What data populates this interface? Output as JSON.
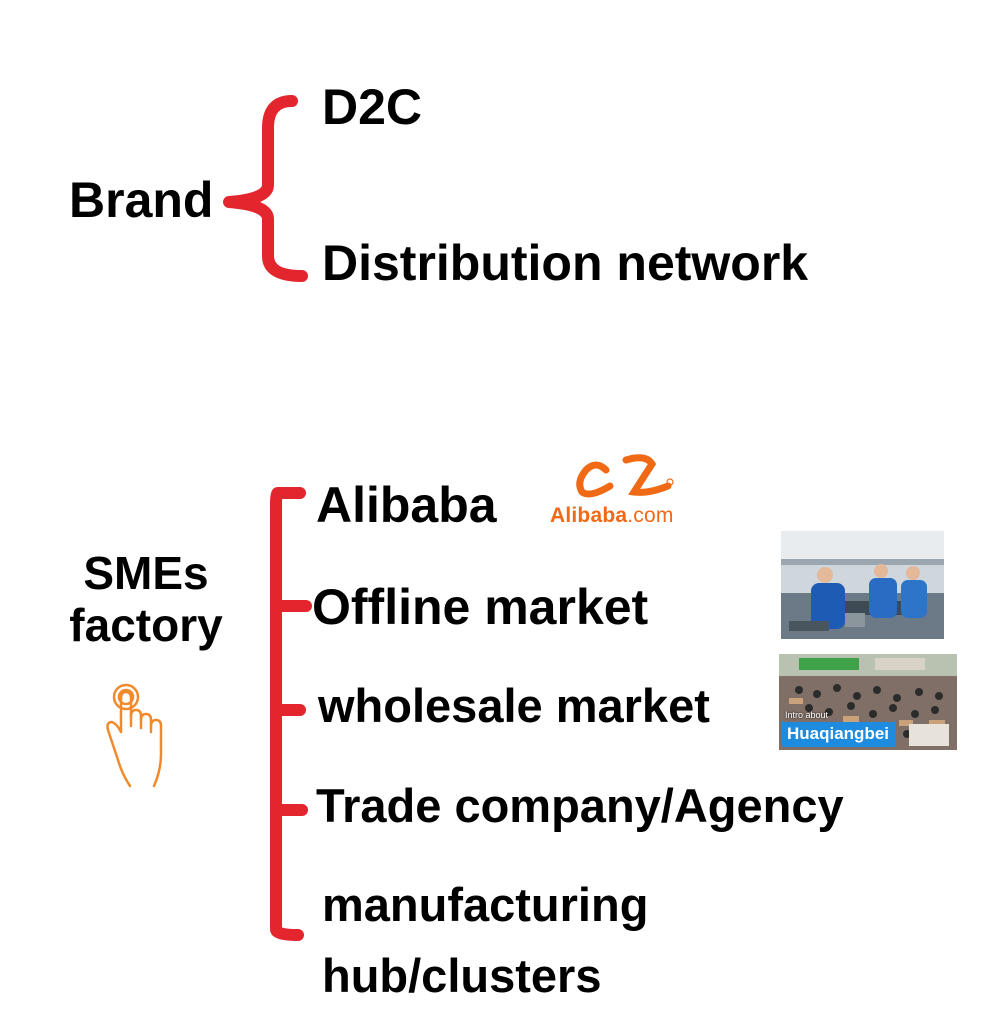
{
  "brand": {
    "label": "Brand",
    "items": [
      "D2C",
      "Distribution network"
    ]
  },
  "smes": {
    "label": "SMEs factory",
    "items": [
      "Alibaba",
      "Offline market",
      "wholesale market",
      "Trade company/Agency",
      "manufacturing hub/clusters"
    ]
  },
  "logo": {
    "wordmark": "Alibaba",
    "suffix": ".com",
    "color": "#f06a16"
  },
  "market_photo": {
    "caption_small": "Intro about",
    "caption_tag": "Huaqiangbei"
  },
  "icons": {
    "hand": "tap-hand-icon",
    "logo": "alibaba-logo"
  },
  "colors": {
    "brace": "#e3262d",
    "text": "#000000",
    "hand": "#f08a2c"
  }
}
